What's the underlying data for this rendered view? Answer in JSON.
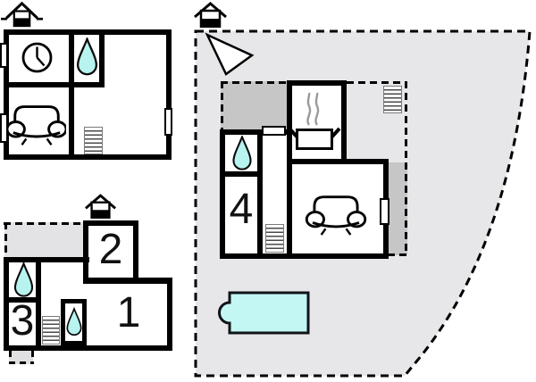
{
  "title": "holiday-home-floor-plan",
  "rooms": {
    "r1": {
      "label": "1"
    },
    "r2": {
      "label": "2"
    },
    "r3": {
      "label": "3"
    },
    "r4": {
      "label": "4"
    }
  },
  "colors": {
    "wall": "#000000",
    "water_drop": "#b7f3ef",
    "pool": "#c3f7f4",
    "plot_fill": "#e7e7e9",
    "terrace_dark": "#c6c6c6",
    "terrace_light": "#e3e3e5",
    "stub_fill": "#e0e0e2",
    "stair_line": "#4a4a4a",
    "steam": "#9a9a9a"
  },
  "icons": [
    {
      "name": "chimney-icon",
      "count": 3
    },
    {
      "name": "north-arrow-icon",
      "count": 1
    },
    {
      "name": "clock-icon",
      "count": 1
    },
    {
      "name": "water-drop-icon",
      "count": 4
    },
    {
      "name": "sofa-icon",
      "count": 2
    },
    {
      "name": "stairs-icon",
      "count": 4
    },
    {
      "name": "stove-pot-icon",
      "count": 1
    },
    {
      "name": "window-marker",
      "count": 5
    },
    {
      "name": "pool-shape",
      "count": 1
    }
  ]
}
